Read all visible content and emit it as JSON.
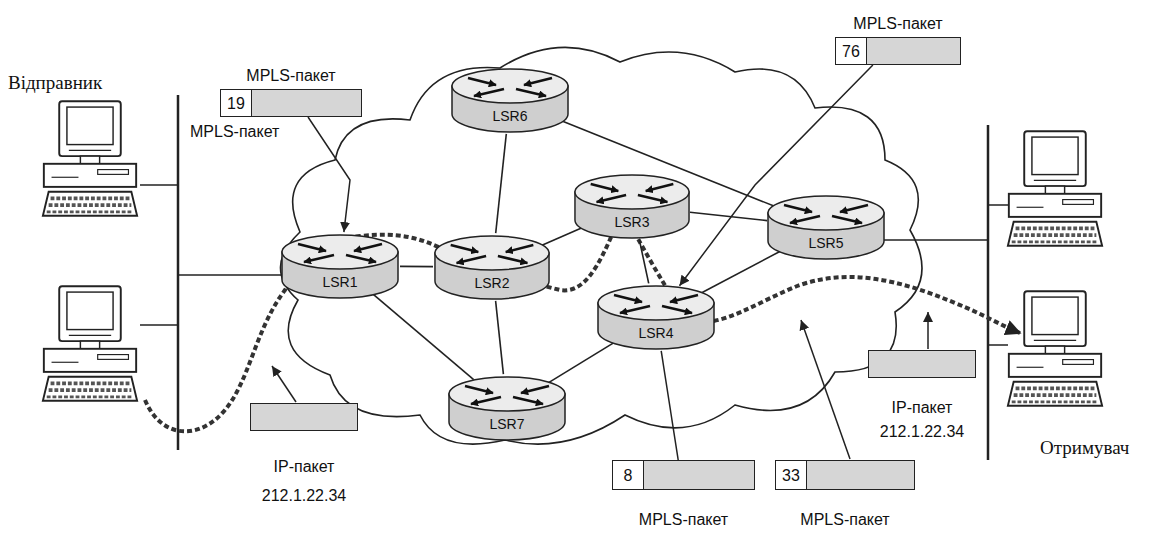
{
  "diagram": {
    "nodes": [
      {
        "text": [
          "MPLS-пакет",
          "19"
        ]
      },
      {
        "text": [
          "MPLS-пакет",
          "76"
        ]
      },
      {
        "text": [
          "LSR6"
        ]
      },
      {
        "text": [
          "LSR1"
        ]
      },
      {
        "text": [
          "LSR2"
        ]
      },
      {
        "text": [
          "LSR3"
        ]
      },
      {
        "text": [
          "LSR5"
        ]
      },
      {
        "text": [
          "LSR4"
        ]
      },
      {
        "text": [
          "LSR7"
        ]
      },
      {
        "text": [
          "IP-пакет",
          "212.1.22.34"
        ]
      },
      {
        "text": [
          "IP-пакет",
          "212.1.22.34"
        ]
      },
      {
        "text": [
          "8",
          "MPLS-пакет"
        ]
      },
      {
        "text": [
          "33",
          "MPLS-пакет"
        ]
      }
    ],
    "edges": [
      {
        "from": 3,
        "to": 4,
        "arrow": "none"
      },
      {
        "from": 3,
        "to": 8,
        "arrow": "none"
      },
      {
        "from": 4,
        "to": 8,
        "arrow": "none"
      },
      {
        "from": 4,
        "to": 2,
        "arrow": "none"
      },
      {
        "from": 4,
        "to": 5,
        "arrow": "none"
      },
      {
        "from": 2,
        "to": 6,
        "arrow": "none"
      },
      {
        "from": 5,
        "to": 7,
        "arrow": "none"
      },
      {
        "from": 5,
        "to": 6,
        "arrow": "none"
      },
      {
        "from": 7,
        "to": 6,
        "arrow": "none"
      },
      {
        "from": 8,
        "to": 7,
        "arrow": "none"
      },
      {
        "from": 0,
        "to": 3,
        "arrow": "to"
      },
      {
        "from": 1,
        "to": 7,
        "arrow": "to"
      },
      {
        "from": 11,
        "to": 7,
        "arrow": "none"
      }
    ],
    "labels": [
      "Відправник",
      "MPLS-пакет",
      "Отримувач"
    ]
  }
}
